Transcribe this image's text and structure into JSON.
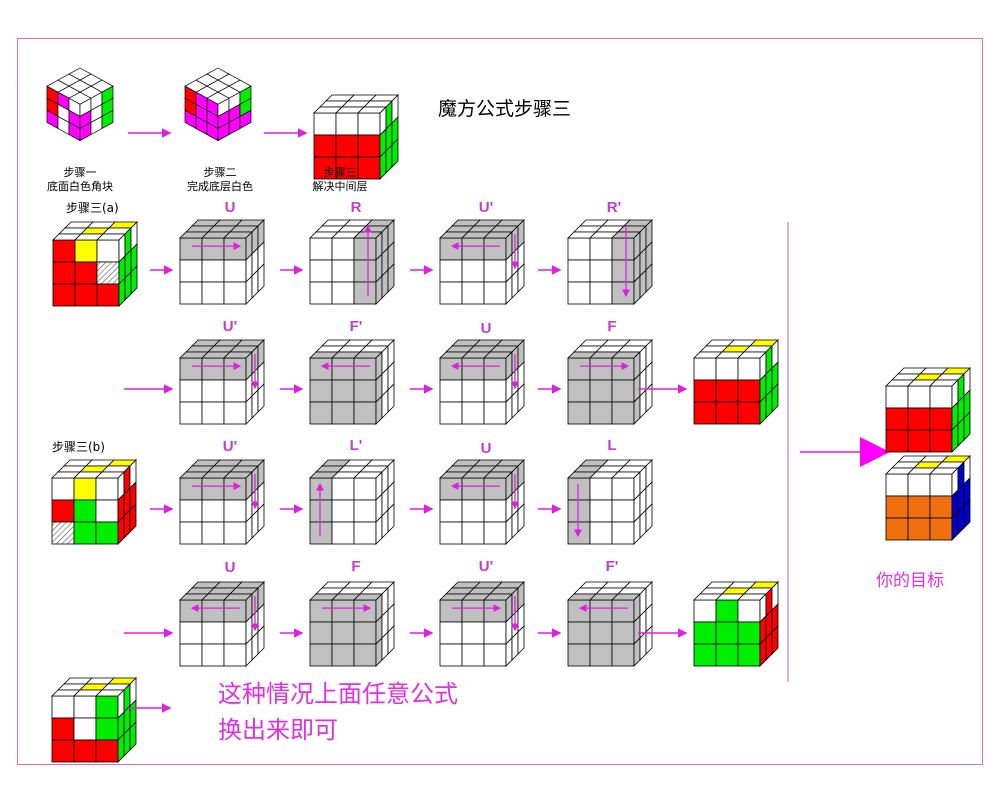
{
  "title": "魔方公式步骤三",
  "top_steps": {
    "step1": {
      "title": "步骤一",
      "caption": "底面白色角块"
    },
    "step2": {
      "title": "步骤二",
      "caption": "完成底层白色"
    },
    "step3": {
      "title": "步骤三",
      "caption": "解决中间层"
    }
  },
  "case_a_label": "步骤三(a)",
  "case_b_label": "步骤三(b)",
  "row1_moves": [
    "U",
    "R",
    "U'",
    "R'"
  ],
  "row2_moves": [
    "U'",
    "F'",
    "U",
    "F"
  ],
  "row3_moves": [
    "U'",
    "L'",
    "U",
    "L"
  ],
  "row4_moves": [
    "U",
    "F",
    "U'",
    "F'"
  ],
  "goal_label": "你的目标",
  "note": "这种情况上面任意公式\n换出来即可",
  "colors": {
    "white": "#ffffff",
    "gray": "#c0c0c0",
    "red": "#ff0000",
    "green": "#00ee00",
    "yellow": "#ffff00",
    "orange": "#f07010",
    "blue": "#0000cc",
    "magenta": "#ff00ff",
    "arrow": "#e020e0",
    "frame": "#d070c8"
  }
}
